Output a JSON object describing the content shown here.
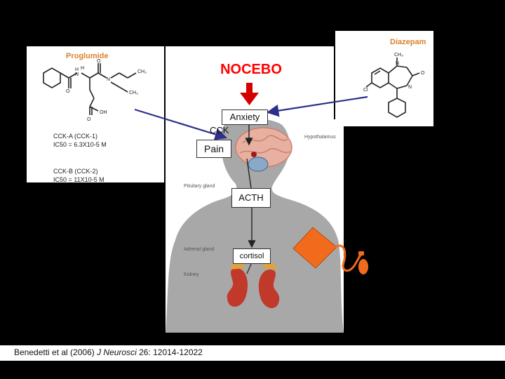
{
  "title": "NOCEBO",
  "proglumide": {
    "name": "Proglumide",
    "cck_a_line1": "CCK-A (CCK-1)",
    "cck_a_line2": "IC50 = 6.3X10-5 M",
    "cck_b_line1": "CCK-B (CCK-2)",
    "cck_b_line2": "IC50 = 11X10-5 M"
  },
  "diazepam": {
    "name": "Diazepam"
  },
  "labels": {
    "anxiety": "Anxiety",
    "cck": "CCK",
    "pain": "Pain",
    "acth": "ACTH",
    "cortisol": "cortisol",
    "hypothalamus": "Hypothalamus",
    "pituitary": "Pituitary gland",
    "adrenal": "Adrenal gland",
    "kidney": "Kidney"
  },
  "citation": {
    "authors": "Benedetti et al (2006) ",
    "journal": "J Neurosci",
    "volume_pages": "  26: 12014-12022"
  },
  "colors": {
    "title": "#ff0000",
    "arrow_red": "#d40000",
    "arrow_blue": "#2e2e8c",
    "molecule_label": "#d9822b",
    "cuff": "#f26b1d",
    "silhouette": "#a8a8a8",
    "kidney": "#c0392b"
  },
  "icons": [
    "molecule-structure-icon",
    "brain-icon",
    "blood-pressure-cuff-icon"
  ]
}
